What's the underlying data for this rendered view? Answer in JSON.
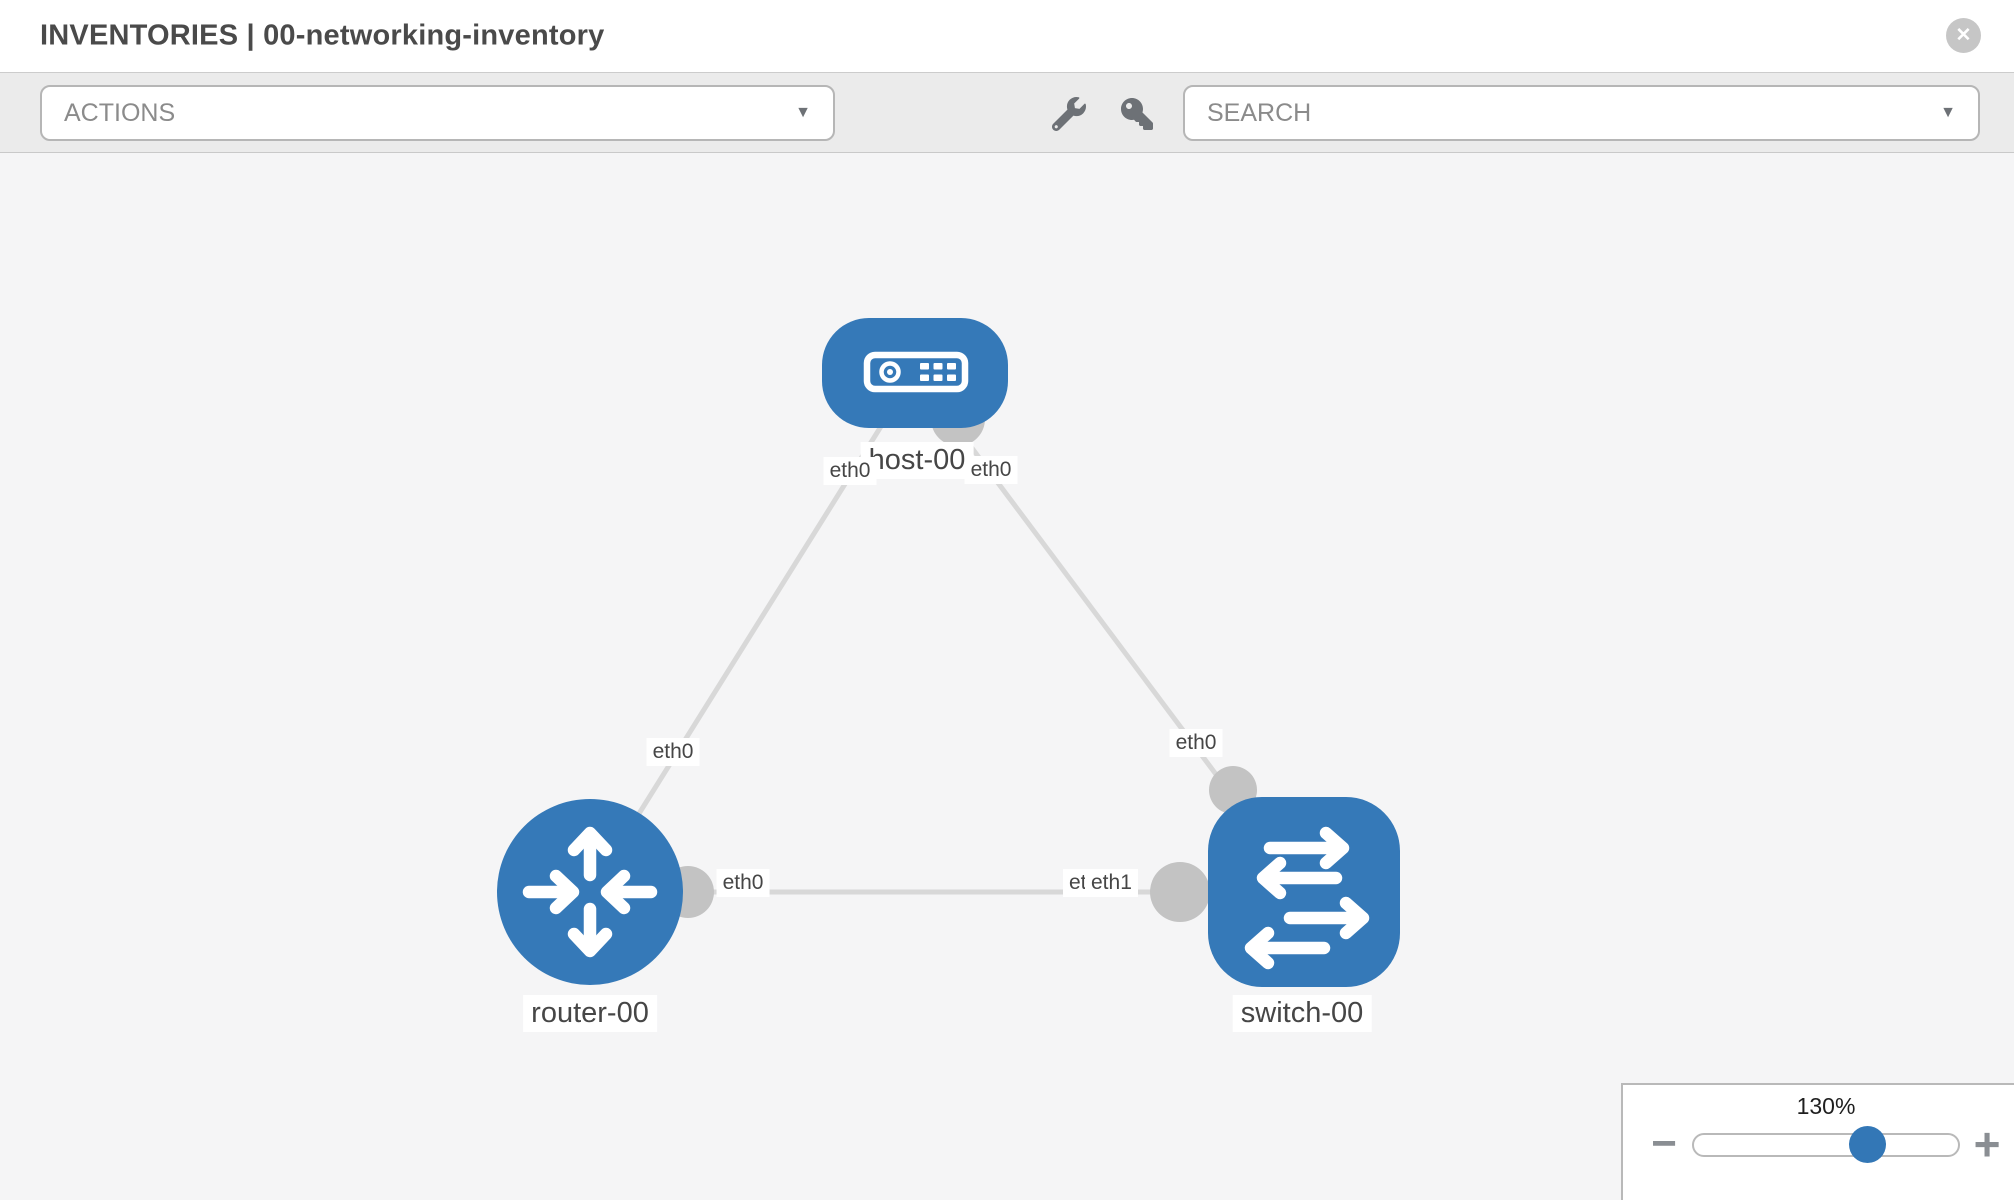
{
  "header": {
    "title": "INVENTORIES | 00-networking-inventory",
    "close_icon": "✕"
  },
  "toolbar": {
    "actions_label": "ACTIONS",
    "search_placeholder": "SEARCH",
    "caret_icon": "▼",
    "icons": [
      "wrench-icon",
      "key-icon"
    ]
  },
  "topology": {
    "nodes": [
      {
        "label": "host-00",
        "type": "host"
      },
      {
        "label": "router-00",
        "type": "router"
      },
      {
        "label": "switch-00",
        "type": "switch"
      }
    ],
    "links": [
      {
        "from": "host-00",
        "to": "router-00",
        "from_port": "eth0",
        "to_port": "eth0"
      },
      {
        "from": "host-00",
        "to": "switch-00",
        "from_port": "eth0",
        "to_port": "eth0"
      },
      {
        "from": "router-00",
        "to": "switch-00",
        "from_port": "eth0",
        "to_port": "eth1",
        "to_port_overlapped": "eth0"
      }
    ]
  },
  "zoom_control": {
    "level": "130%",
    "zoom_out_label": "−",
    "zoom_in_label": "+"
  },
  "colors": {
    "node_blue": "#3579b8",
    "link_gray": "#d8d8d8",
    "dot_gray": "#c3c3c3",
    "canvas_bg": "#f5f5f6",
    "toolbar_bg": "#ebebeb",
    "border_gray": "#b6b6b6",
    "icon_gray": "#6d7176",
    "text_dark": "#4a4a4a",
    "muted_text": "#8b8b8b",
    "slider_thumb": "#3377b6",
    "close_gray": "#c6c6c6",
    "label_text": "#464646"
  }
}
